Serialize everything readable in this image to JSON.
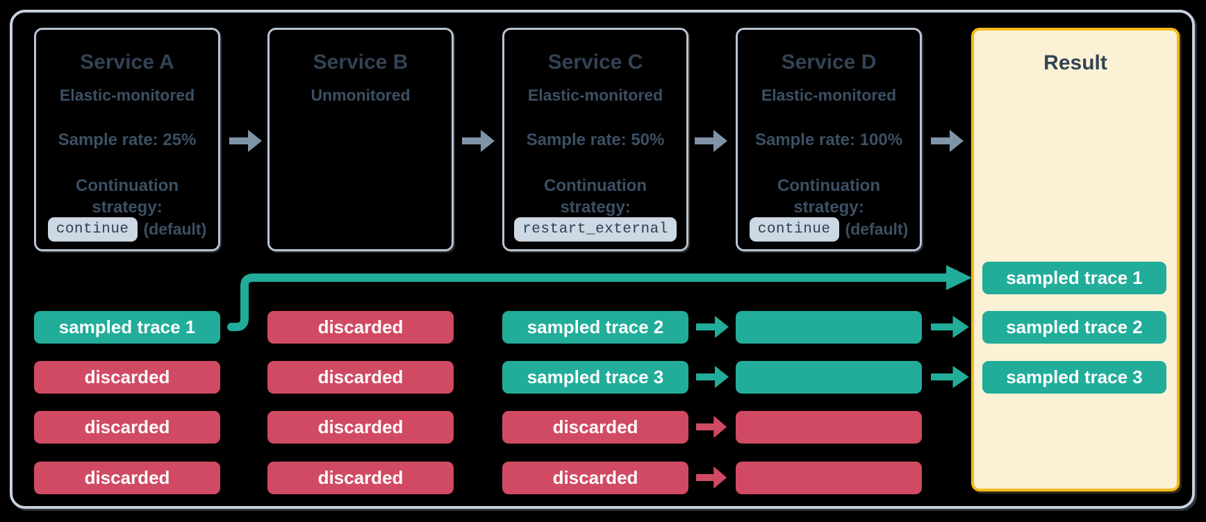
{
  "palette": {
    "background": "#000000",
    "frame-border": "#c7d1dd",
    "box-border": "#b9c5d3",
    "title-text": "#334354",
    "body-text": "#3c5064",
    "code-bg": "#ccd8e3",
    "code-text": "#2f404f",
    "flow-arrow": "#8094a7",
    "sampled": "#21ad99",
    "discarded": "#d14a63",
    "result-border": "#f3ba19",
    "result-bg": "#fbf2d5",
    "chip-text": "#ffffff"
  },
  "services": [
    {
      "title": "Service A",
      "subtitle": "Elastic-monitored",
      "sample_rate": "Sample rate: 25%",
      "continuation_line1": "Continuation",
      "continuation_line2": "strategy:",
      "strategy_code": "continue",
      "strategy_note": "(default)"
    },
    {
      "title": "Service B",
      "subtitle": "Unmonitored"
    },
    {
      "title": "Service C",
      "subtitle": "Elastic-monitored",
      "sample_rate": "Sample rate: 50%",
      "continuation_line1": "Continuation",
      "continuation_line2": "strategy:",
      "strategy_code": "restart_external"
    },
    {
      "title": "Service D",
      "subtitle": "Elastic-monitored",
      "sample_rate": "Sample rate: 100%",
      "continuation_line1": "Continuation",
      "continuation_line2": "strategy:",
      "strategy_code": "continue",
      "strategy_note": "(default)"
    }
  ],
  "trace_columns": [
    {
      "service": "Service A",
      "traces": [
        {
          "label": "sampled trace 1",
          "type": "sampled"
        },
        {
          "label": "discarded",
          "type": "discarded"
        },
        {
          "label": "discarded",
          "type": "discarded"
        },
        {
          "label": "discarded",
          "type": "discarded"
        }
      ]
    },
    {
      "service": "Service B",
      "traces": [
        {
          "label": "discarded",
          "type": "discarded"
        },
        {
          "label": "discarded",
          "type": "discarded"
        },
        {
          "label": "discarded",
          "type": "discarded"
        },
        {
          "label": "discarded",
          "type": "discarded"
        }
      ]
    },
    {
      "service": "Service C",
      "traces": [
        {
          "label": "sampled trace 2",
          "type": "sampled"
        },
        {
          "label": "sampled trace 3",
          "type": "sampled"
        },
        {
          "label": "discarded",
          "type": "discarded"
        },
        {
          "label": "discarded",
          "type": "discarded"
        }
      ]
    },
    {
      "service": "Service D",
      "traces": [
        {
          "label": "",
          "type": "sampled"
        },
        {
          "label": "",
          "type": "sampled"
        },
        {
          "label": "",
          "type": "discarded"
        },
        {
          "label": "",
          "type": "discarded"
        }
      ]
    }
  ],
  "result": {
    "title": "Result",
    "traces": [
      {
        "label": "sampled trace 1",
        "type": "sampled"
      },
      {
        "label": "sampled trace 2",
        "type": "sampled"
      },
      {
        "label": "sampled trace 3",
        "type": "sampled"
      }
    ]
  }
}
